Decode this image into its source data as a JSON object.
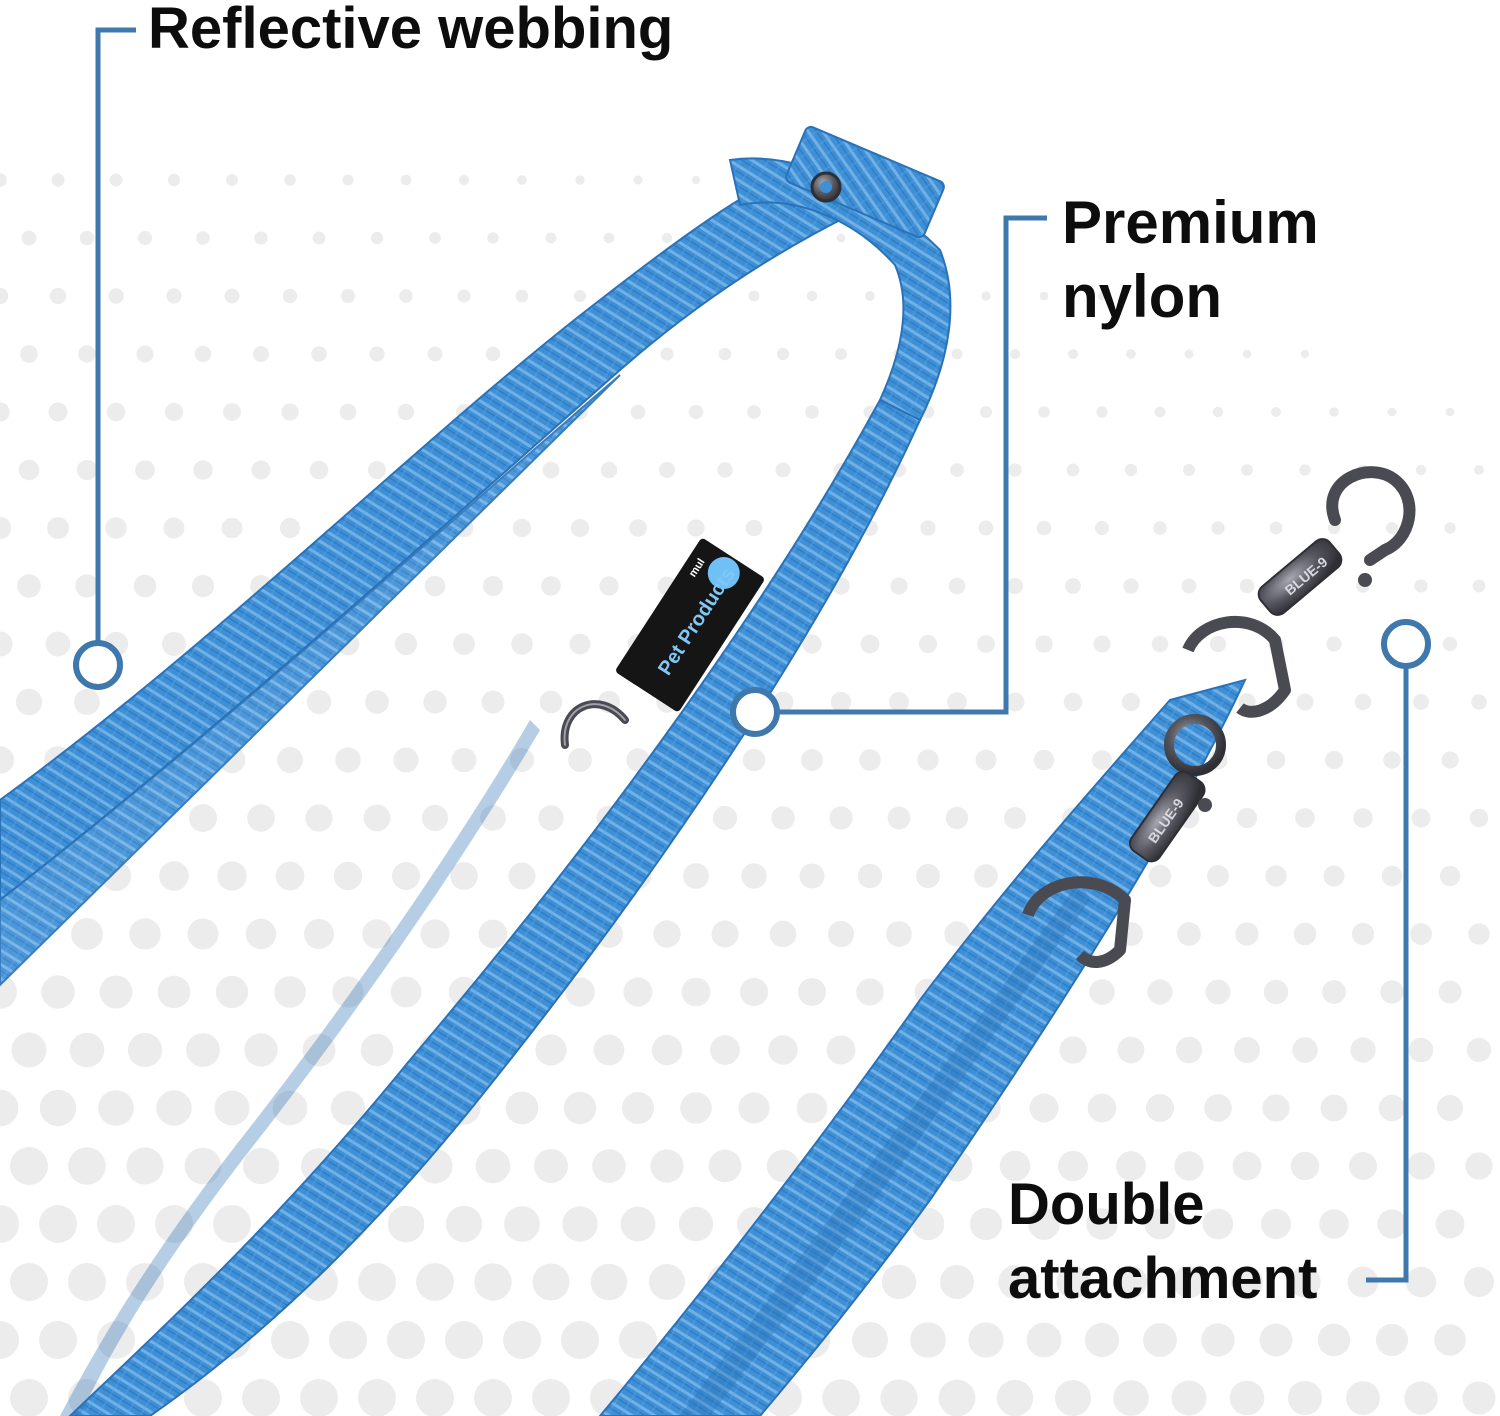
{
  "callouts": {
    "reflective_webbing": {
      "label": "Reflective webbing"
    },
    "premium_nylon": {
      "line1": "Premium",
      "line2": "nylon"
    },
    "double_attachment": {
      "line1": "Double",
      "line2": "attachment"
    }
  },
  "product": {
    "brand_tag_line1": "Pet Products",
    "brand_tag_line2": "mul",
    "clip_engraving": "BLUE-9"
  },
  "colors": {
    "callout_line": "#3f78ad",
    "leash_blue": "#3d8fd6",
    "leash_highlight": "#9fcdf0",
    "leash_dark": "#2a72b8",
    "metal": "#4a4a52",
    "metal_light": "#8c8c96",
    "dot": "#ececec",
    "tag": "#151515"
  }
}
